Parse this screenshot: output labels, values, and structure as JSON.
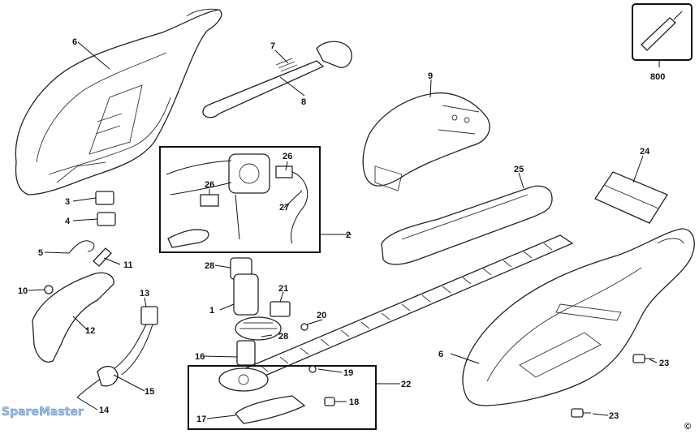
{
  "title": "Hedge trimmer exploded parts diagram",
  "labels": {
    "p1": "1",
    "p2": "2",
    "p3": "3",
    "p4": "4",
    "p5": "5",
    "p6_top": "6",
    "p6_right": "6",
    "p7": "7",
    "p8": "8",
    "p9": "9",
    "p10": "10",
    "p11": "11",
    "p12": "12",
    "p13": "13",
    "p14": "14",
    "p15": "15",
    "p16": "16",
    "p17": "17",
    "p18": "18",
    "p19": "19",
    "p20": "20",
    "p21": "21",
    "p22": "22",
    "p23_a": "23",
    "p23_b": "23",
    "p24": "24",
    "p25": "25",
    "p26_a": "26",
    "p26_b": "26",
    "p27": "27",
    "p28_a": "28",
    "p28_b": "28",
    "p800": "800"
  },
  "watermark": "SpareMaster",
  "copyright": "©"
}
